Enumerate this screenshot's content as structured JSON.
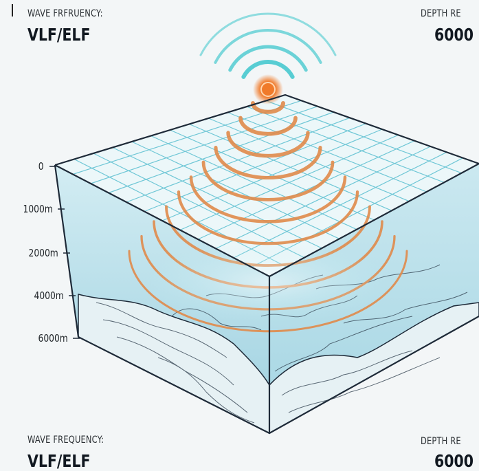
{
  "labels": {
    "top_left_caption": "WAVE FRFRUENCY:",
    "top_left_value": "VLF/ELF",
    "top_right_caption": "DEPTH RE",
    "top_right_value": "6000",
    "bottom_left_caption": "WAVE FREQUENCY:",
    "bottom_left_value": "VLF/ELF",
    "bottom_right_caption": "DEPTH RE",
    "bottom_right_value": "6000"
  },
  "depth_axis": {
    "ticks": [
      "0",
      "1000m",
      "2000m",
      "4000m",
      "6000m"
    ]
  },
  "colors": {
    "signal_core": "#f07a2a",
    "subsurface_waves": "#e08a4a",
    "airborne_waves": "#3cc6cc",
    "water": "#bfe4ee",
    "water_deep": "#9fd2e2",
    "grid": "#6fc7d6",
    "seabed": "#dfeef2",
    "outline": "#1e2a38"
  }
}
